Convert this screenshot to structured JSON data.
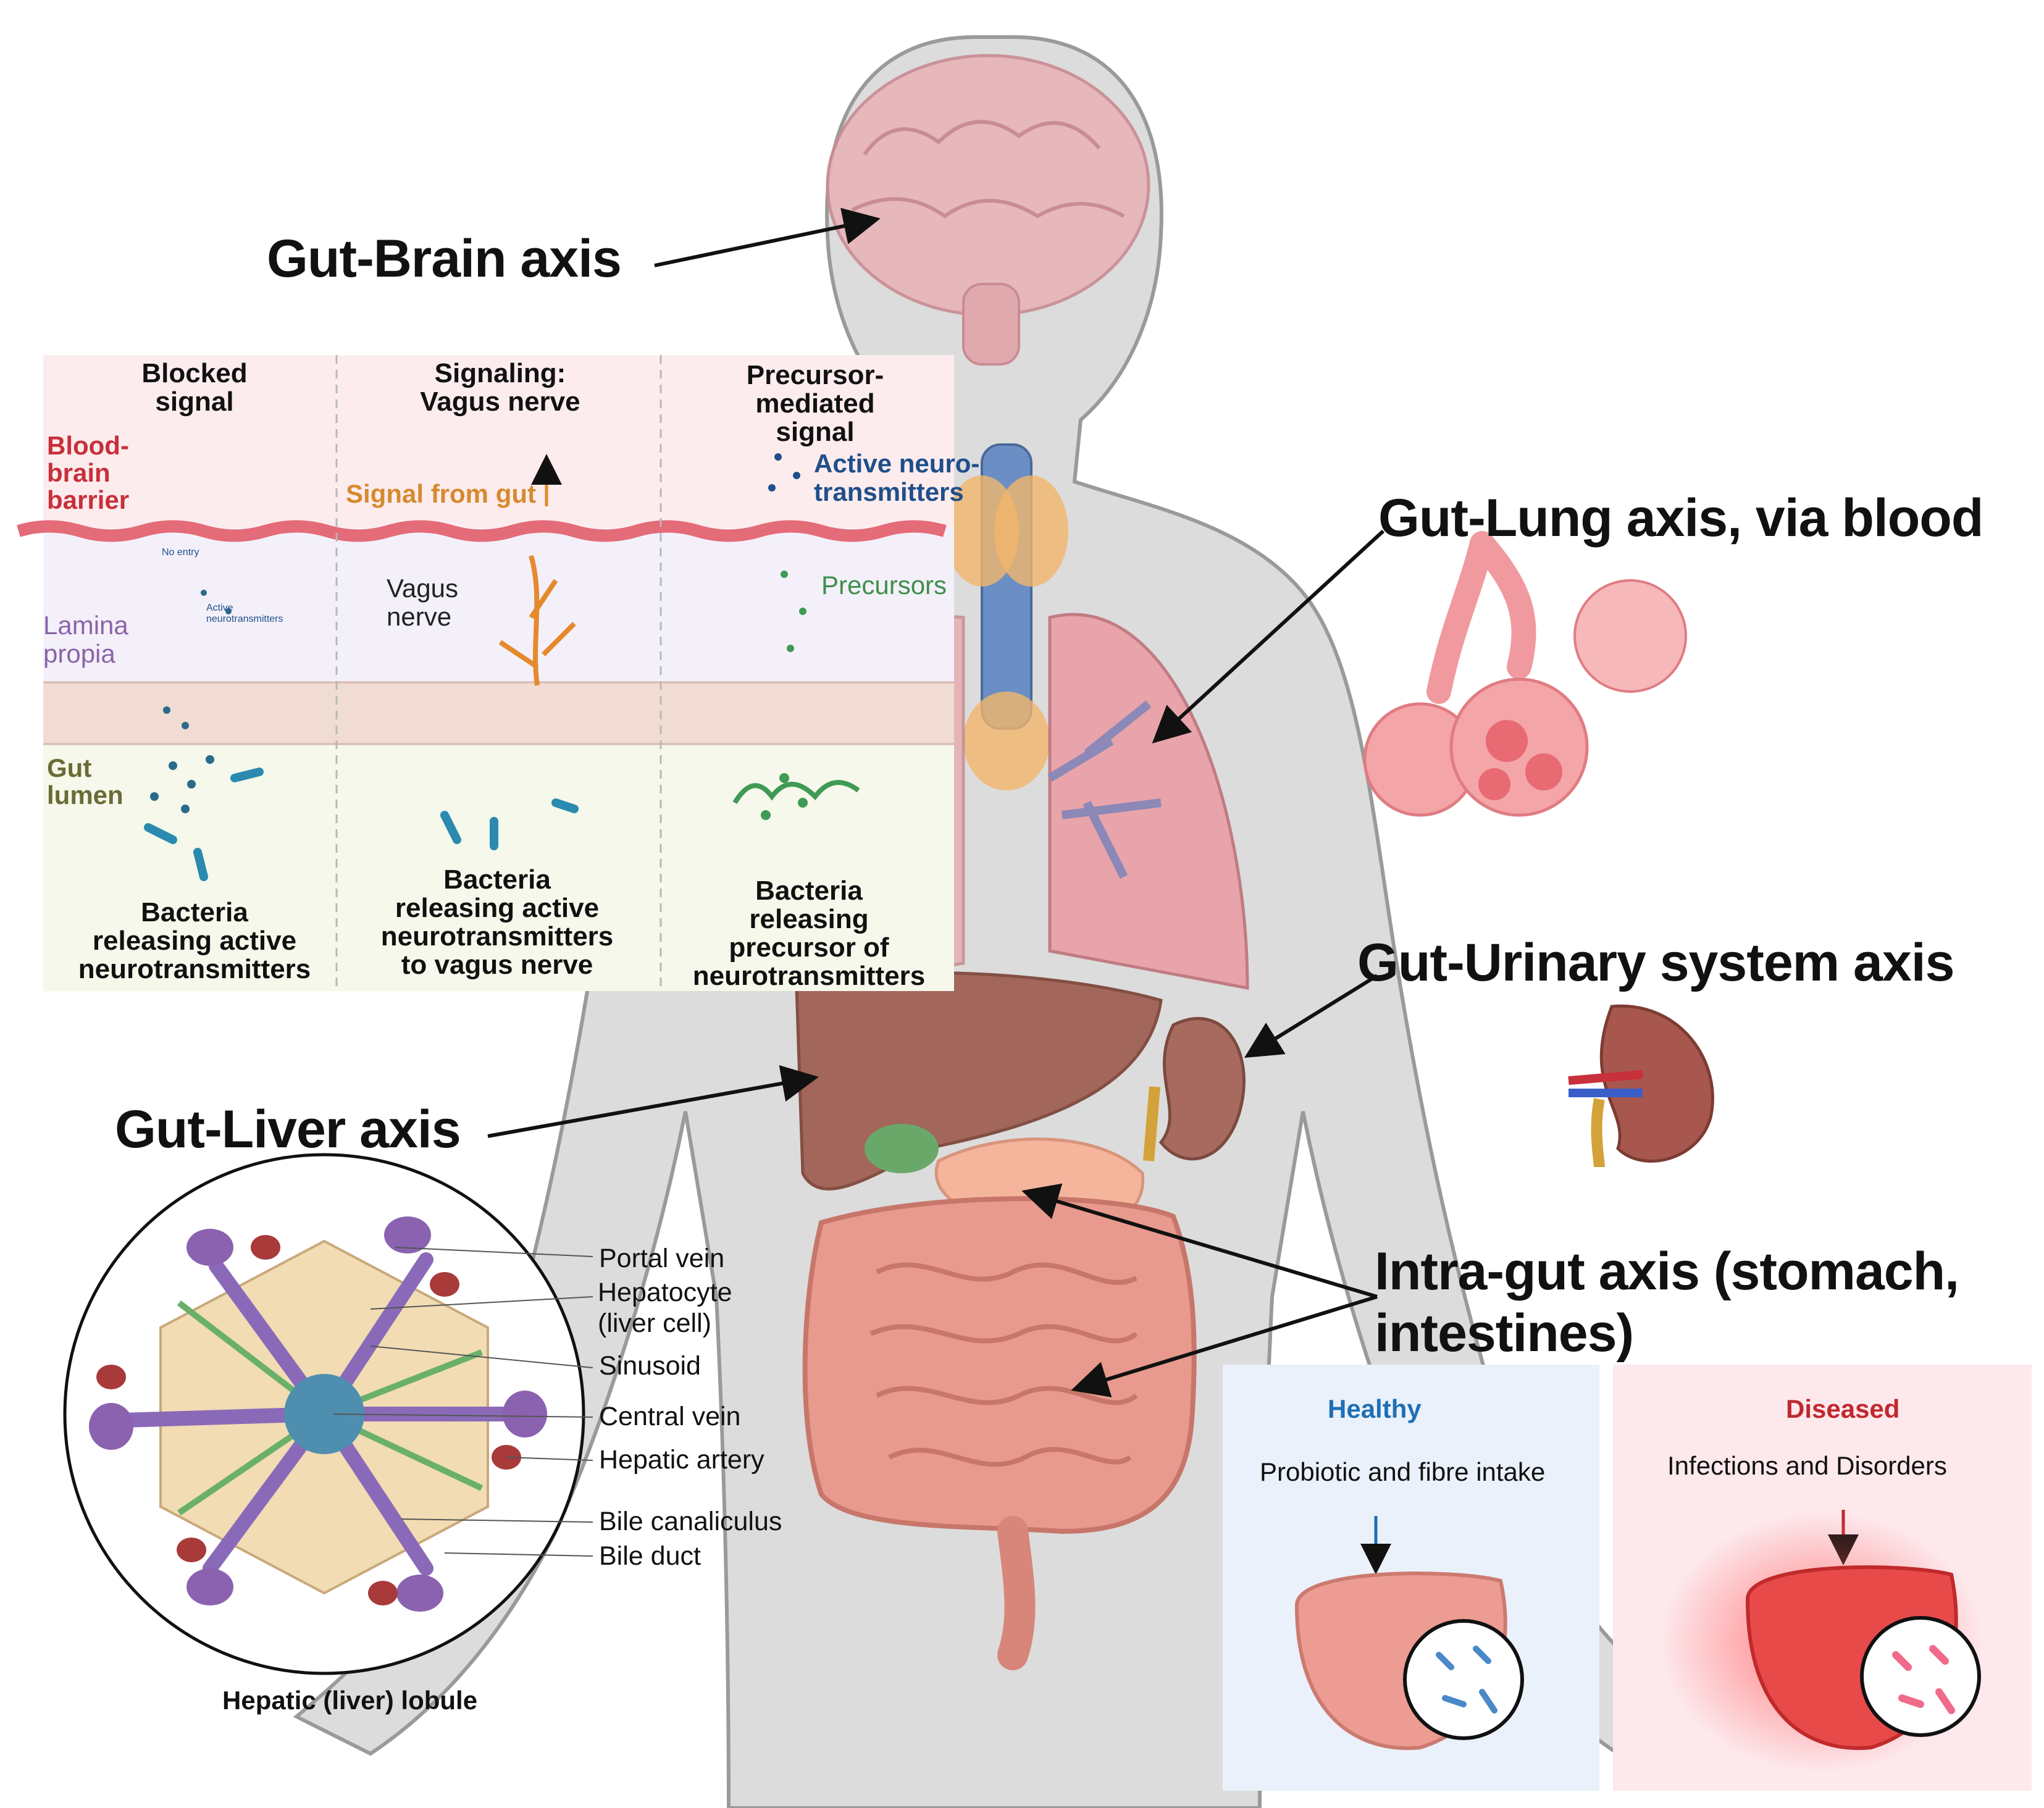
{
  "axes": {
    "gut_brain": "Gut-Brain axis",
    "gut_lung": "Gut-Lung axis, via blood",
    "gut_urinary": "Gut-Urinary system axis",
    "gut_liver": "Gut-Liver axis",
    "intra_gut_line1": "Intra-gut axis (stomach,",
    "intra_gut_line2": "intestines)"
  },
  "brain_panel": {
    "col1_title": [
      "Blocked",
      "signal"
    ],
    "col2_title": [
      "Signaling:",
      "Vagus nerve"
    ],
    "col3_title": [
      "Precursor-",
      "mediated",
      "signal"
    ],
    "bbb": [
      "Blood-",
      "brain",
      "barrier"
    ],
    "lamina": [
      "Lamina",
      "propia"
    ],
    "lumen": [
      "Gut",
      "lumen"
    ],
    "no_entry": "No entry",
    "active_small": [
      "Active",
      "neurotransmitters"
    ],
    "signal_from_gut": "Signal from gut",
    "vagus": [
      "Vagus",
      "nerve"
    ],
    "active_neuro": [
      "Active neuro-",
      "transmitters"
    ],
    "precursors": "Precursors",
    "col1_bottom": [
      "Bacteria",
      "releasing active",
      "neurotransmitters"
    ],
    "col2_bottom": [
      "Bacteria",
      "releasing active",
      "neurotransmitters",
      "to vagus nerve"
    ],
    "col3_bottom": [
      "Bacteria",
      "releasing",
      "precursor of",
      "neurotransmitters"
    ]
  },
  "lobule": {
    "portal_vein": "Portal vein",
    "hepatocyte": [
      "Hepatocyte",
      "(liver cell)"
    ],
    "sinusoid": "Sinusoid",
    "central_vein": "Central vein",
    "hepatic_artery": "Hepatic artery",
    "bile_canaliculus": "Bile canaliculus",
    "bile_duct": "Bile duct",
    "caption": "Hepatic (liver) lobule"
  },
  "healthy": {
    "title": "Healthy",
    "text": "Probiotic and fibre intake"
  },
  "diseased": {
    "title": "Diseased",
    "text": "Infections and Disorders"
  },
  "colors": {
    "body": "#d9d9d9",
    "brain": "#e8b4b8",
    "healthy_title": "#1f6fb5",
    "diseased_title": "#c0282e",
    "bbb": "#c8303a",
    "lamina": "#8a64a6",
    "lumen": "#6b6b36",
    "signal": "#d68a2e",
    "active": "#1f4f8a",
    "precursors": "#3f8f4a"
  }
}
